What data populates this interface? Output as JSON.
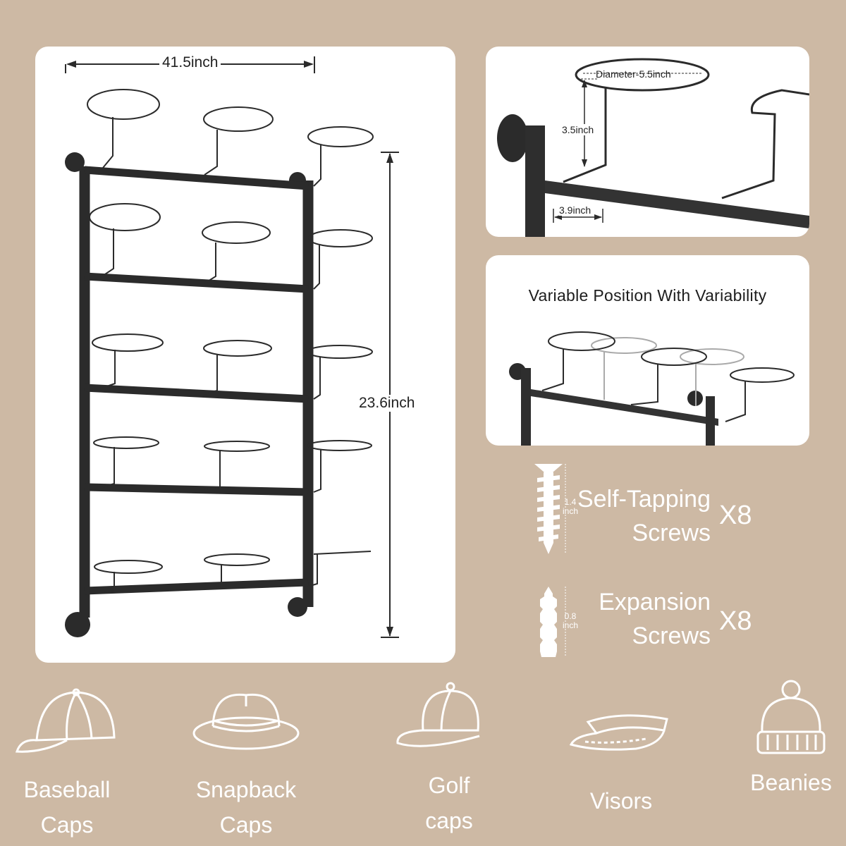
{
  "main": {
    "width_label": "41.5inch",
    "height_label": "23.6inch"
  },
  "detail": {
    "diameter_label": "Diameter-5.5inch",
    "height_label": "3.5inch",
    "spacing_label": "3.9inch"
  },
  "variable": {
    "title": "Variable Position With Variability"
  },
  "accessories": [
    {
      "size": "1.4\ninch",
      "name": "Self-Tapping\nScrews",
      "qty": "X8",
      "icon": "self-tapping-screw-icon"
    },
    {
      "size": "0.8\ninch",
      "name": "Expansion\nScrews",
      "qty": "X8",
      "icon": "expansion-anchor-icon"
    }
  ],
  "hat_types": [
    {
      "label": "Baseball\nCaps",
      "icon": "baseball-cap-icon"
    },
    {
      "label": "Snapback\nCaps",
      "icon": "fedora-hat-icon"
    },
    {
      "label": "Golf\ncaps",
      "icon": "golf-cap-icon"
    },
    {
      "label": "Visors",
      "icon": "visor-icon"
    },
    {
      "label": "Beanies",
      "icon": "beanie-icon"
    }
  ],
  "colors": {
    "background": "#cdb9a4",
    "panel": "#ffffff",
    "rack": "#2b2b2b",
    "icon": "#ffffff"
  }
}
